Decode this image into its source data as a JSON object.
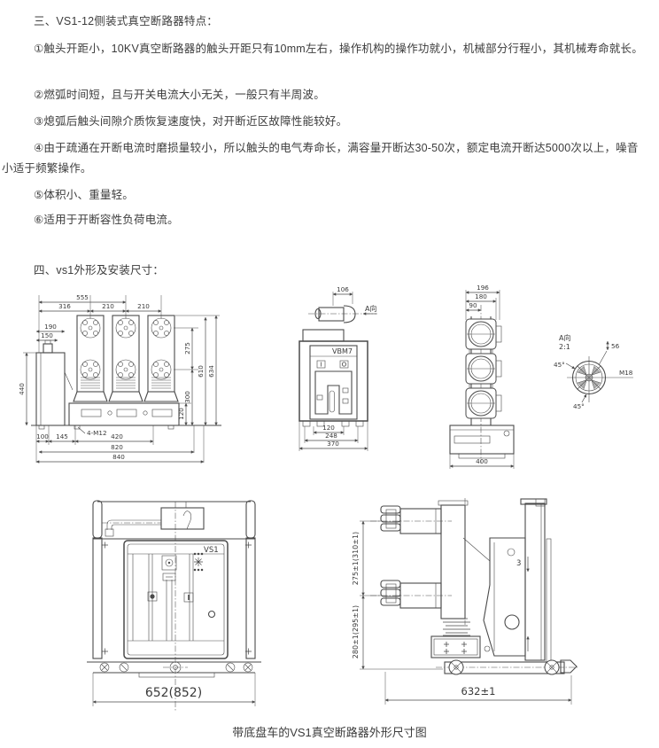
{
  "doc": {
    "section3": {
      "heading": "三、VS1-12侧装式真空断路器特点：",
      "items": [
        "①触头开距小，10KV真空断路器的触头开距只有10mm左右，操作机构的操作功就小，机械部分行程小，其机械寿命就长。",
        "②燃弧时间短，且与开关电流大小无关，一般只有半周波。",
        "③熄弧后触头间隙介质恢复速度快，对开断近区故障性能较好。",
        "④由于疏通在开断电流时磨损量较小，所以触头的电气寿命长，满容量开断达30-50次，额定电流开断达5000次以上，噪音小适于频繁操作。",
        "⑤体积小、重量轻。",
        "⑥适用于开断容性负荷电流。"
      ]
    },
    "section4": {
      "heading": "四、vs1外形及安装尺寸："
    },
    "caption": "带底盘车的VS1真空断路器外形尺寸图"
  },
  "front_view": {
    "d555": "555",
    "d316": "316",
    "d210a": "210",
    "d210b": "210",
    "d190": "190",
    "d150": "150",
    "d440": "440",
    "d275": "275",
    "d300": "300",
    "d610": "610",
    "d634": "634",
    "d120": "120",
    "d100": "100",
    "d145": "145",
    "bolt": "4-M12",
    "d420": "420",
    "d820": "820",
    "d840": "840"
  },
  "side_view": {
    "d106": "106",
    "a_label": "A向",
    "panel": "VBM7",
    "btn_on": "I",
    "btn_off": "O",
    "d120": "120",
    "d248": "248",
    "d370": "370"
  },
  "rear_view": {
    "d196": "196",
    "d180": "180",
    "d90": "90",
    "d400": "400"
  },
  "detail_view": {
    "title": "A向",
    "scale": "2:1",
    "dia": "56",
    "thread": "M18",
    "angle_a": "45°",
    "angle_b": "45°"
  },
  "truck_front": {
    "label": "VS1",
    "width": "652(852)"
  },
  "truck_side": {
    "pole_count": "3",
    "dim_top": "275±1(310±1)",
    "dim_bottom": "280±1(295±1)",
    "width": "632±1"
  }
}
